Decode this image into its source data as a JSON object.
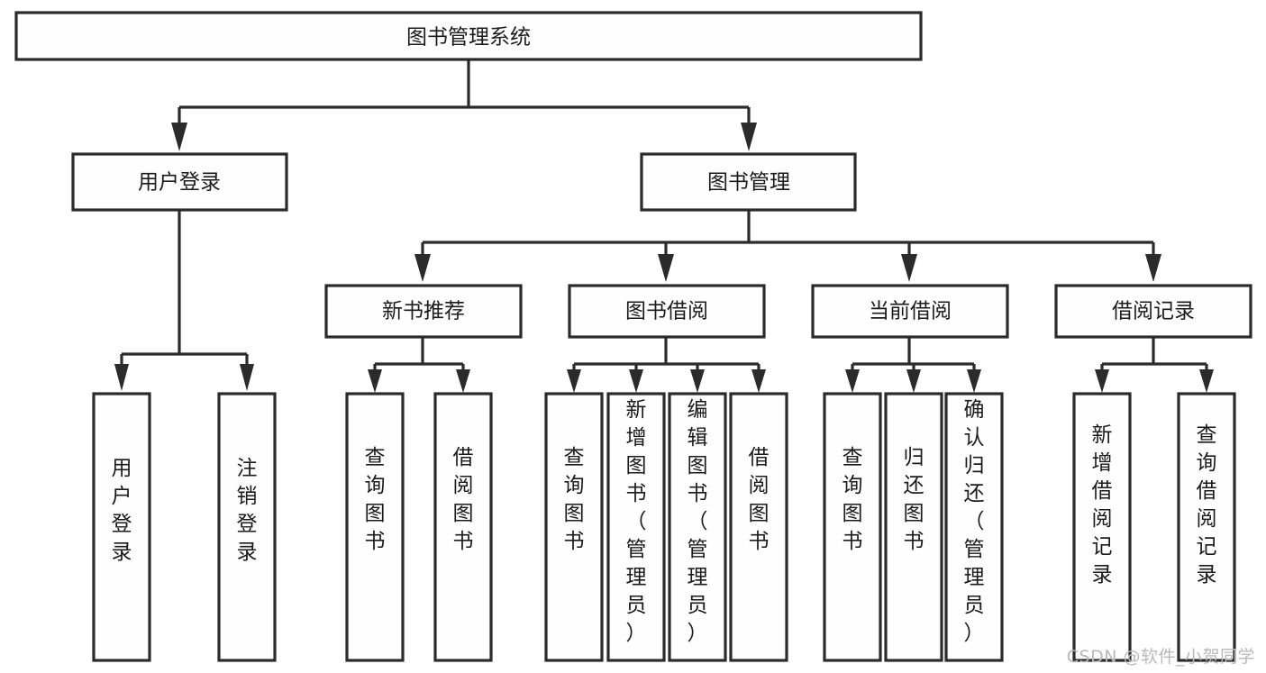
{
  "diagram": {
    "type": "tree-hierarchy",
    "title": "图书管理系统",
    "watermark": "CSDN @软件_小贺同学",
    "colors": {
      "box_fill": "#fefefe",
      "box_stroke": "#2b2b2b",
      "connector": "#2b2b2b",
      "text": "#1b1b1b",
      "watermark": "#b9b9b9",
      "background": "#ffffff"
    },
    "levels": {
      "root": {
        "label": "图书管理系统"
      },
      "level2": [
        {
          "label": "用户登录"
        },
        {
          "label": "图书管理"
        }
      ],
      "level3": [
        {
          "label": "新书推荐"
        },
        {
          "label": "图书借阅"
        },
        {
          "label": "当前借阅"
        },
        {
          "label": "借阅记录"
        }
      ],
      "leaves": {
        "user_login": [
          {
            "label": "用户登录"
          },
          {
            "label": "注销登录"
          }
        ],
        "new_book_recommend": [
          {
            "label": "查询图书"
          },
          {
            "label": "借阅图书"
          }
        ],
        "book_borrow": [
          {
            "label": "查询图书"
          },
          {
            "label": "新增图书（管理员）"
          },
          {
            "label": "编辑图书（管理员）"
          },
          {
            "label": "借阅图书"
          }
        ],
        "current_borrow": [
          {
            "label": "查询图书"
          },
          {
            "label": "归还图书"
          },
          {
            "label": "确认归还（管理员）"
          }
        ],
        "borrow_record": [
          {
            "label": "新增借阅记录"
          },
          {
            "label": "查询借阅记录"
          }
        ]
      }
    }
  }
}
